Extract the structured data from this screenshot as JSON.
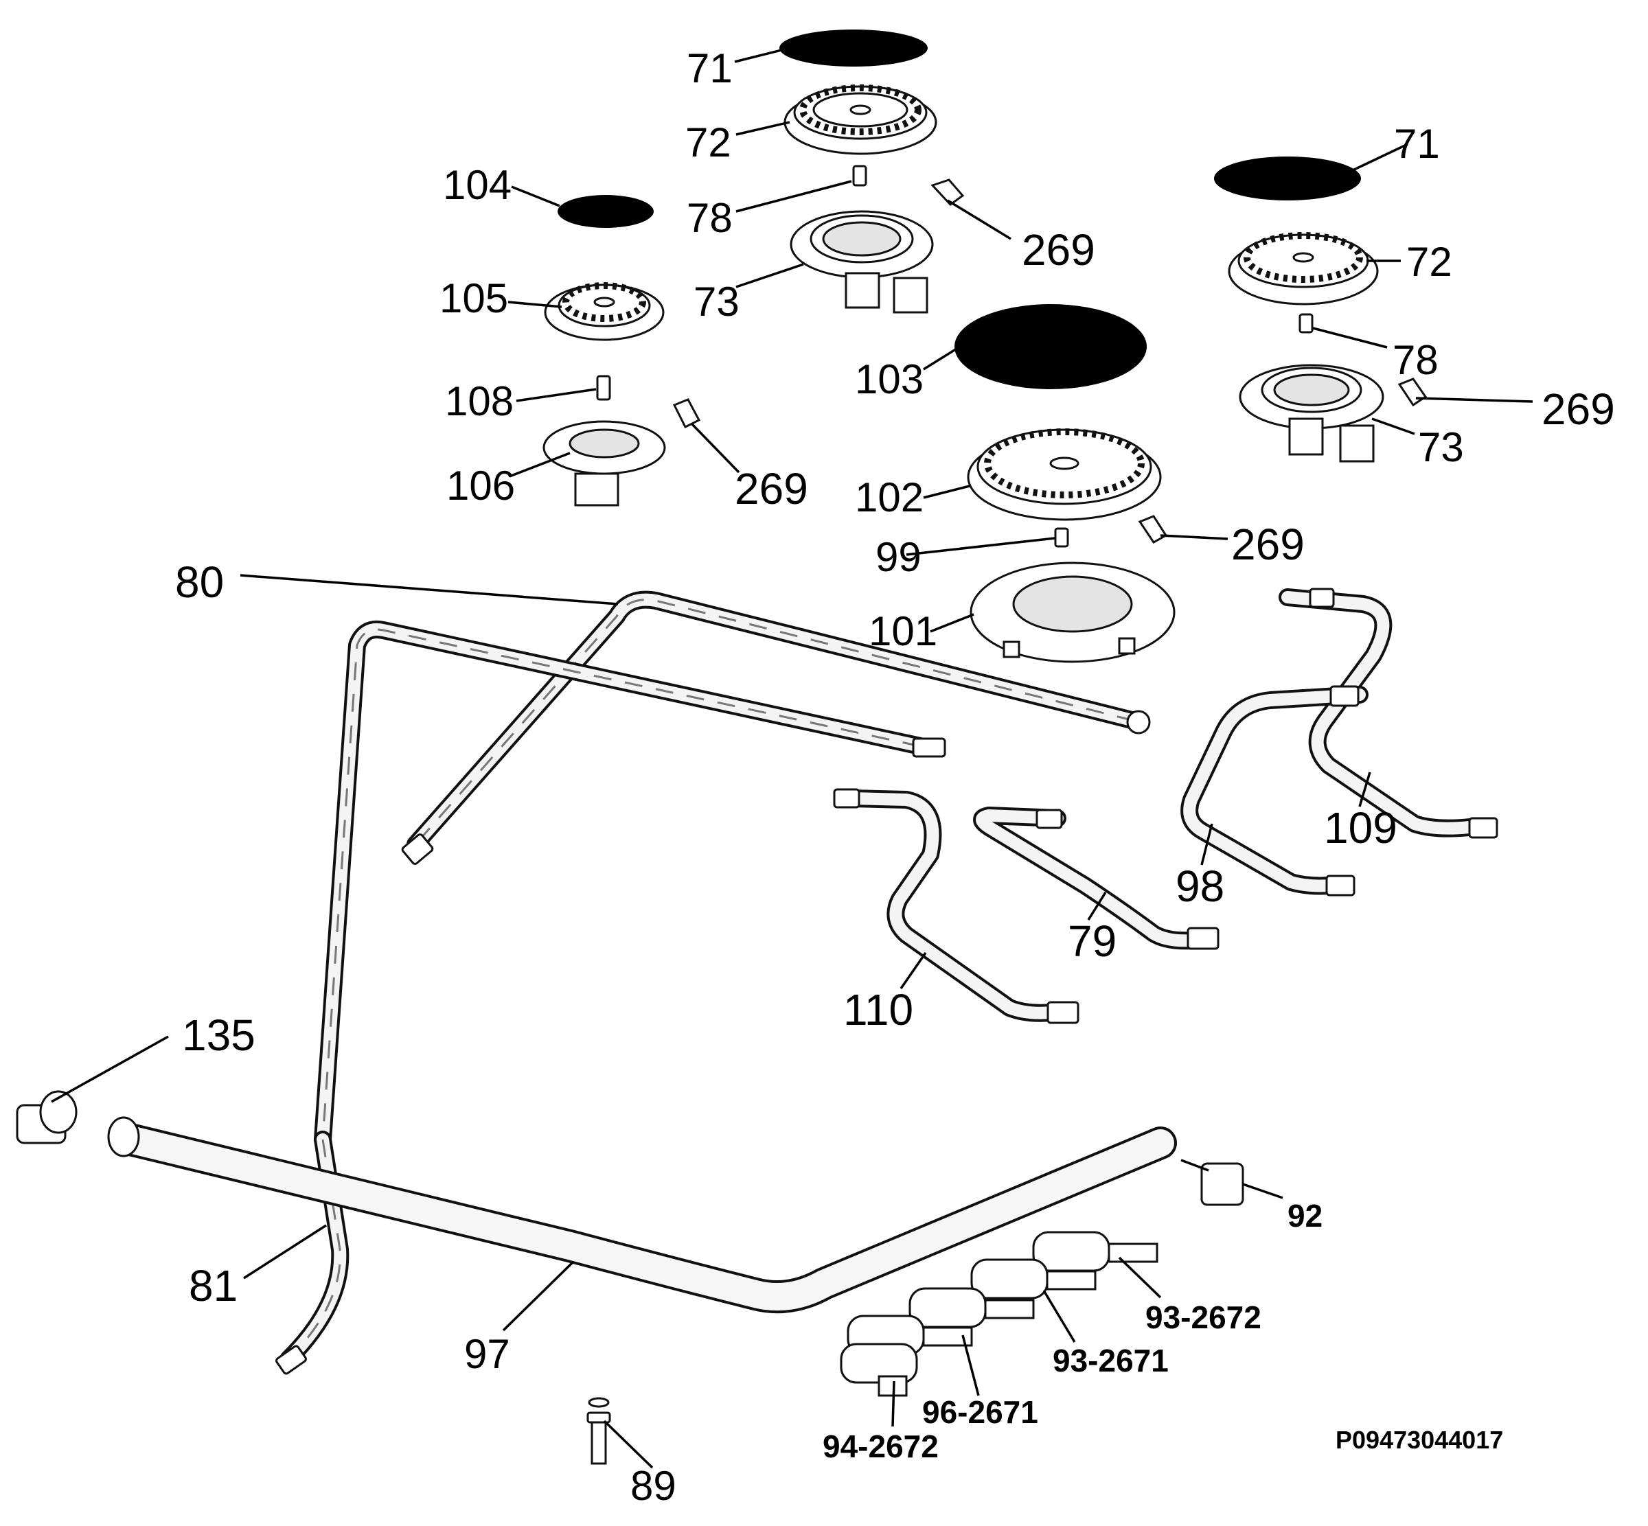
{
  "diagram_code": "P09473044017",
  "labels": {
    "l71a": "71",
    "l72a": "72",
    "l78a": "78",
    "l73a": "73",
    "l269a": "269",
    "l104": "104",
    "l105": "105",
    "l108": "108",
    "l106": "106",
    "l269b": "269",
    "l71b": "71",
    "l72b": "72",
    "l78b": "78",
    "l73b": "73",
    "l269c": "269",
    "l103": "103",
    "l102": "102",
    "l99": "99",
    "l269d": "269",
    "l101": "101",
    "l80": "80",
    "l109": "109",
    "l98": "98",
    "l79": "79",
    "l110": "110",
    "l135": "135",
    "l81": "81",
    "l97": "97",
    "l89": "89",
    "l92": "92",
    "l93_2672": "93-2672",
    "l93_2671": "93-2671",
    "l96_2671": "96-2671",
    "l94_2672": "94-2672"
  },
  "colors": {
    "ink": "#000000",
    "paper": "#ffffff",
    "pipe_fill": "#f4f4f4"
  }
}
